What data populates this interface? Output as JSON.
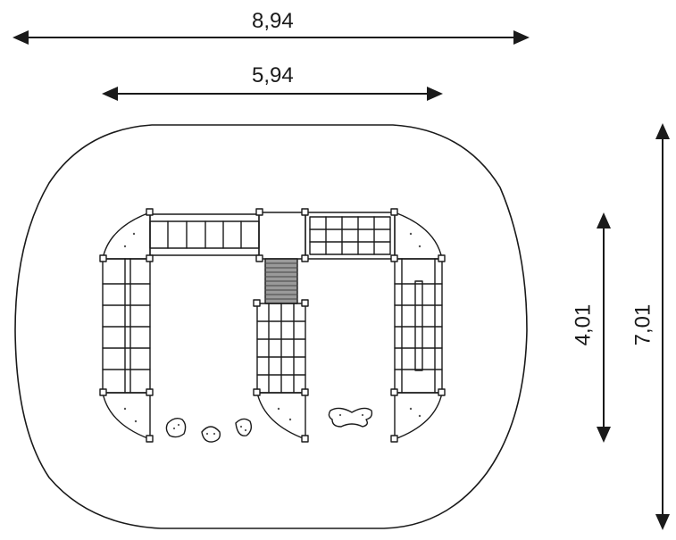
{
  "dimensions": {
    "overall_width": "8,94",
    "equipment_width": "5,94",
    "equipment_depth": "4,01",
    "overall_depth": "7,01"
  },
  "colors": {
    "line": "#1a1a1a",
    "fill": "#ffffff",
    "ramp_fill": "#9a9a9a",
    "dot": "#555555"
  }
}
